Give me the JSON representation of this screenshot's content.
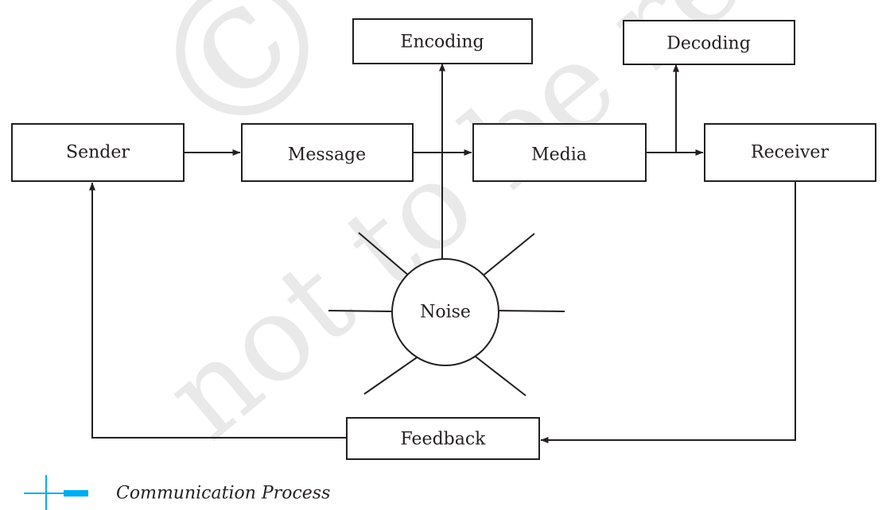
{
  "watermark": {
    "text": "© not to be republished",
    "color": "#e9e9e9"
  },
  "nodes": {
    "sender": "Sender",
    "message": "Message",
    "media": "Media",
    "receiver": "Receiver",
    "encoding": "Encoding",
    "decoding": "Decoding",
    "noise": "Noise",
    "feedback": "Feedback"
  },
  "caption": {
    "text": "Communication Process",
    "accent_color": "#00aeef"
  },
  "colors": {
    "ink": "#231f20",
    "background": "#ffffff"
  }
}
